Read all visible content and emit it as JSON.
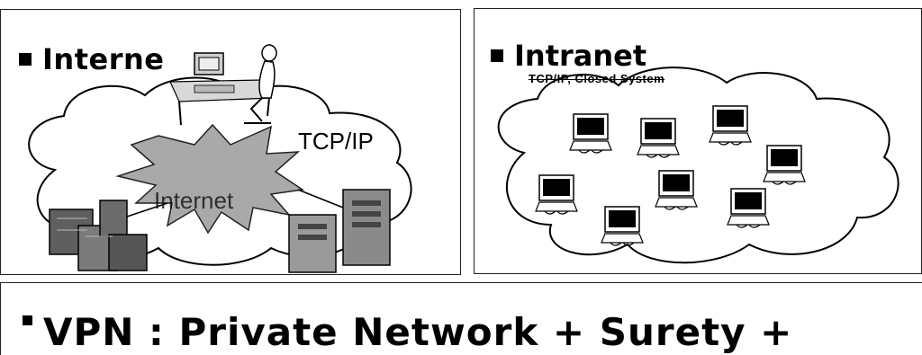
{
  "panels": {
    "internet": {
      "heading": "Interne",
      "tcpip_label": "TCP/IP",
      "cloud_label": "Internet"
    },
    "intranet": {
      "heading": "Intranet",
      "subtitle": "TCP/IP, Closed System"
    },
    "vpn": {
      "heading": "VPN : Private Network + Surety +"
    }
  },
  "colors": {
    "ink": "#000000",
    "paper": "#ffffff",
    "screen": "#000000",
    "server_gray": "#8a8a8a"
  }
}
